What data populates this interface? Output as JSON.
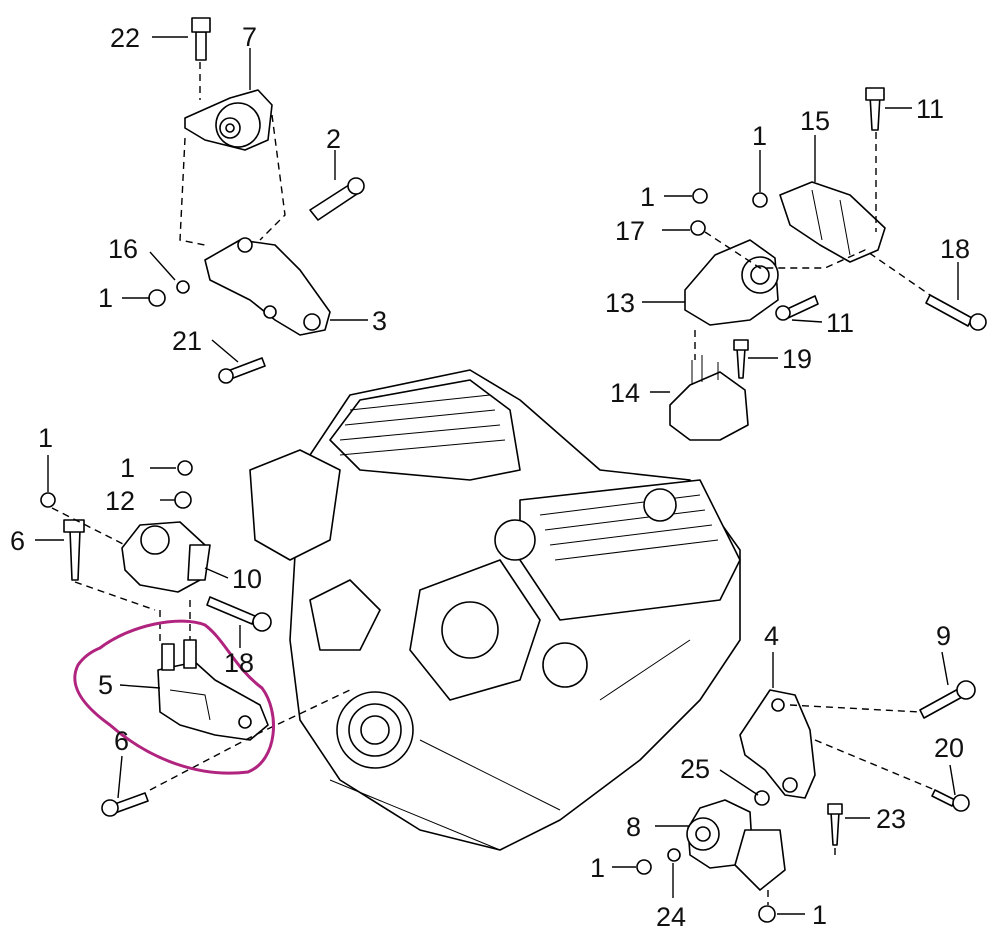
{
  "diagram": {
    "highlight_color": "#b0237e",
    "line_color": "#000000",
    "background": "#ffffff",
    "highlighted_callout": "5",
    "callouts": [
      {
        "id": "c22",
        "label": "22"
      },
      {
        "id": "c7",
        "label": "7"
      },
      {
        "id": "c2",
        "label": "2"
      },
      {
        "id": "c16",
        "label": "16"
      },
      {
        "id": "c1a",
        "label": "1"
      },
      {
        "id": "c3",
        "label": "3"
      },
      {
        "id": "c21",
        "label": "21"
      },
      {
        "id": "c1b",
        "label": "1"
      },
      {
        "id": "c15",
        "label": "15"
      },
      {
        "id": "c11a",
        "label": "11"
      },
      {
        "id": "c1c",
        "label": "1"
      },
      {
        "id": "c17",
        "label": "17"
      },
      {
        "id": "c18a",
        "label": "18"
      },
      {
        "id": "c13",
        "label": "13"
      },
      {
        "id": "c11b",
        "label": "11"
      },
      {
        "id": "c19",
        "label": "19"
      },
      {
        "id": "c14",
        "label": "14"
      },
      {
        "id": "c1d",
        "label": "1"
      },
      {
        "id": "c1e",
        "label": "1"
      },
      {
        "id": "c12",
        "label": "12"
      },
      {
        "id": "c6a",
        "label": "6"
      },
      {
        "id": "c10",
        "label": "10"
      },
      {
        "id": "c18b",
        "label": "18"
      },
      {
        "id": "c5",
        "label": "5"
      },
      {
        "id": "c6b",
        "label": "6"
      },
      {
        "id": "c4",
        "label": "4"
      },
      {
        "id": "c9",
        "label": "9"
      },
      {
        "id": "c20",
        "label": "20"
      },
      {
        "id": "c25",
        "label": "25"
      },
      {
        "id": "c8",
        "label": "8"
      },
      {
        "id": "c23",
        "label": "23"
      },
      {
        "id": "c1f",
        "label": "1"
      },
      {
        "id": "c24",
        "label": "24"
      },
      {
        "id": "c1g",
        "label": "1"
      }
    ]
  }
}
